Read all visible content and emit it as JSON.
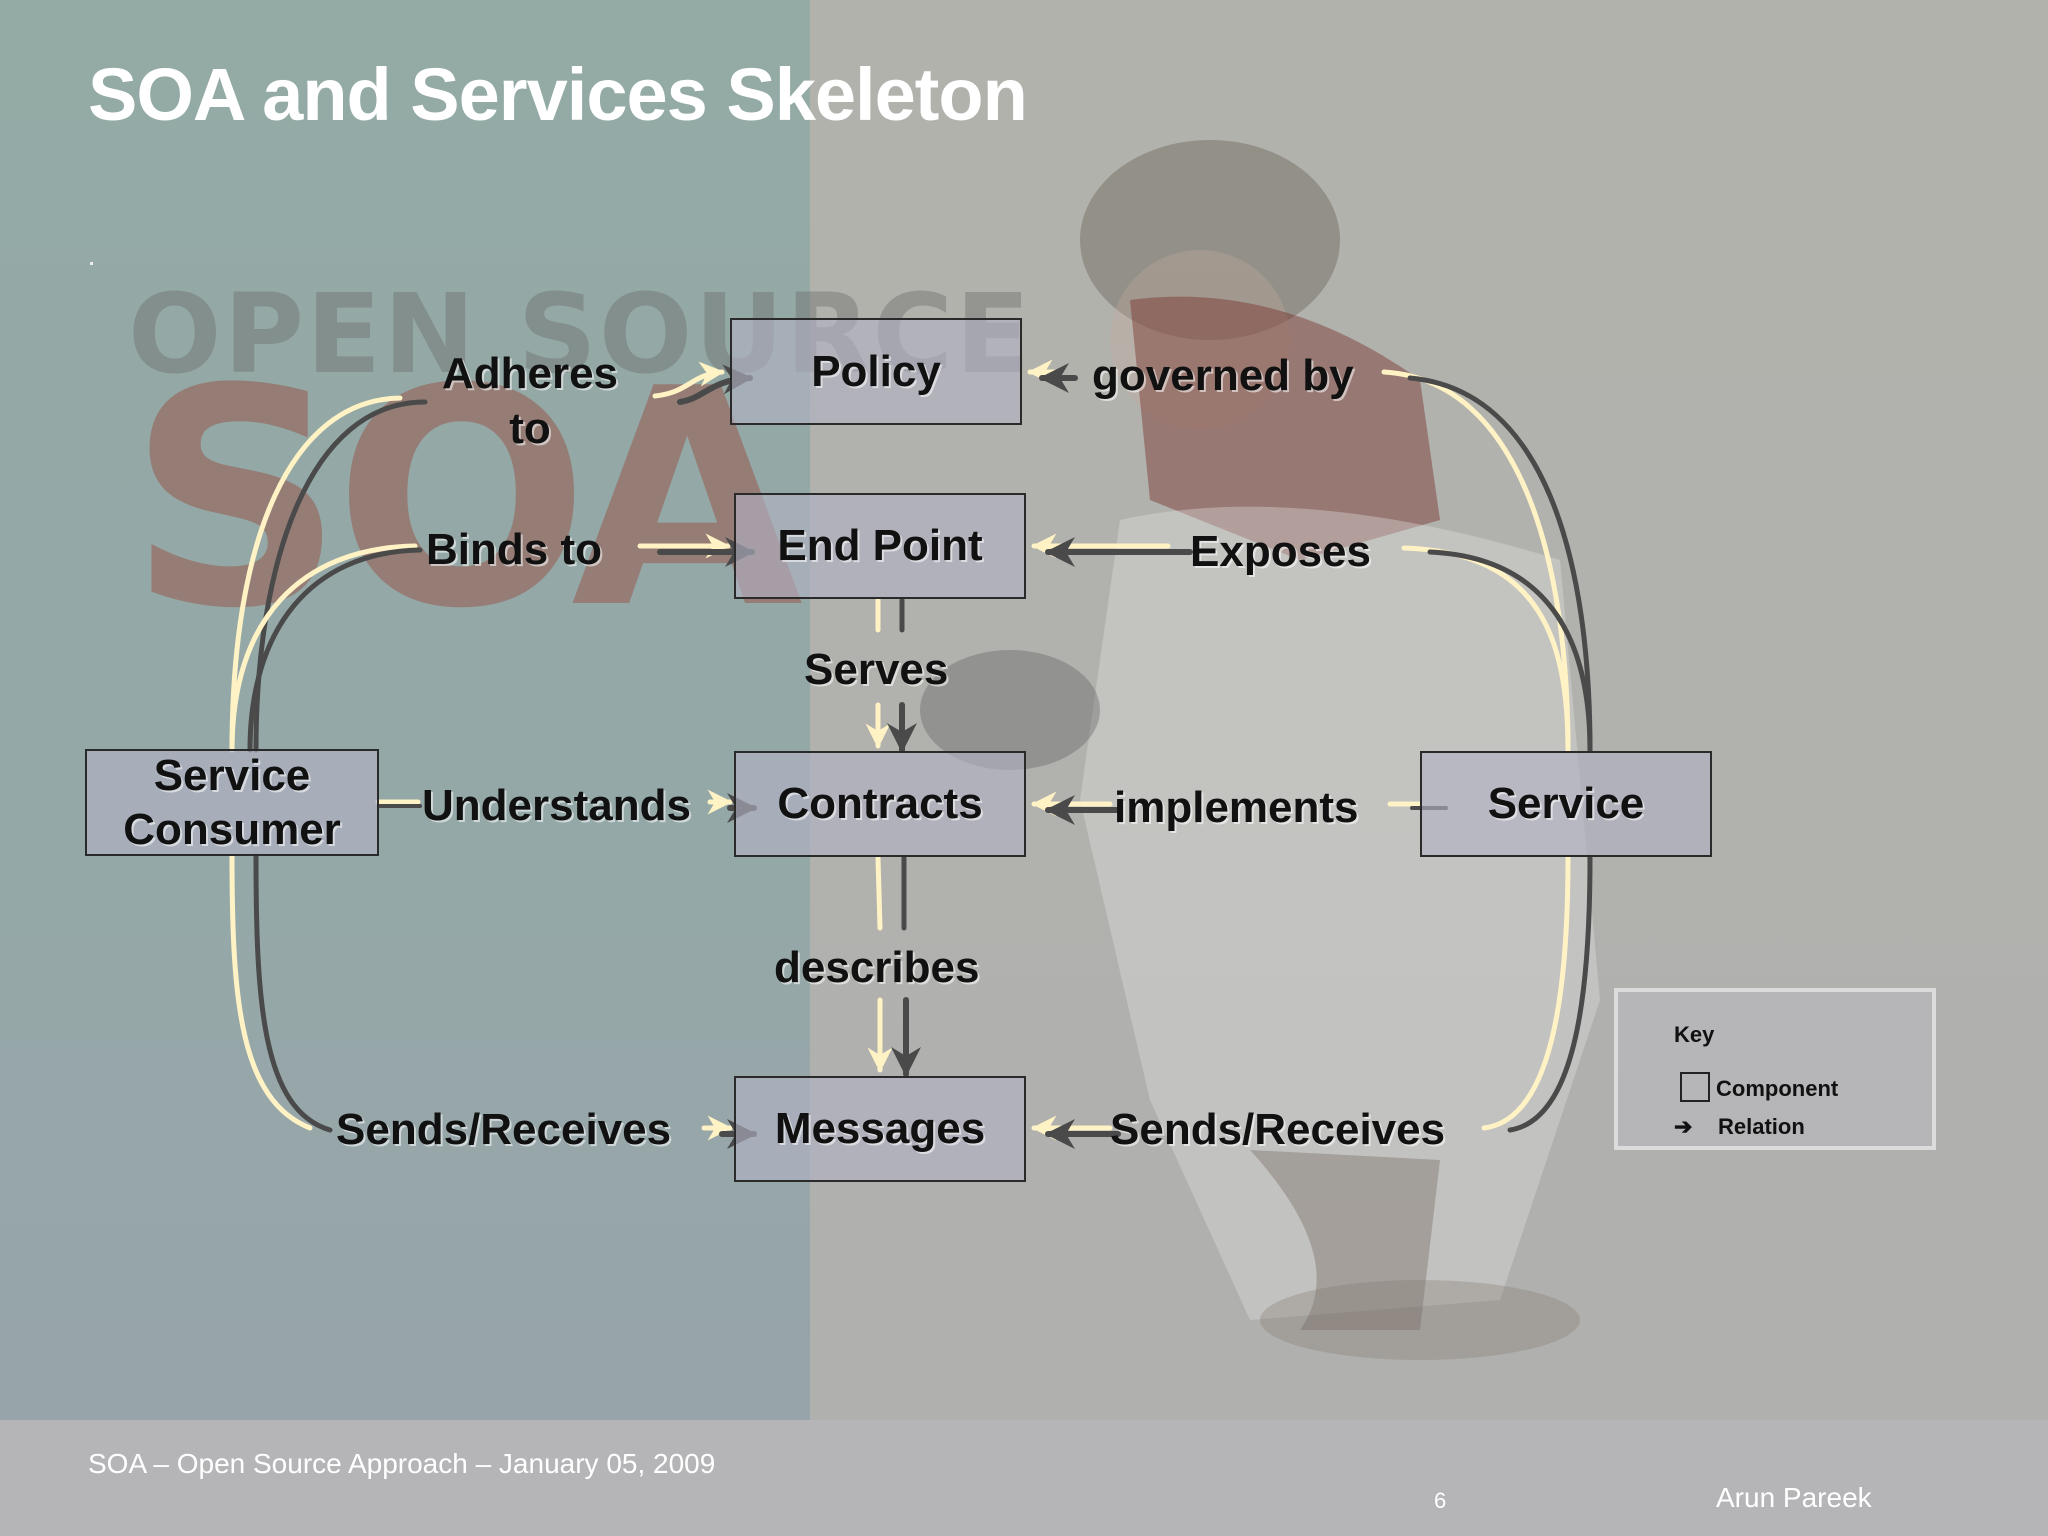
{
  "slide": {
    "title": "SOA and Services Skeleton",
    "footer_left": "SOA – Open Source Approach – January 05, 2009",
    "page_number": "6",
    "author": "Arun Pareek"
  },
  "watermark": {
    "line1": "OPEN SOURCE",
    "line2": "SOA"
  },
  "diagram": {
    "components": {
      "policy": "Policy",
      "end_point": "End Point",
      "contracts": "Contracts",
      "messages": "Messages",
      "service_consumer": "Service Consumer",
      "service": "Service"
    },
    "relations": {
      "adheres_to": "Adheres to",
      "binds_to": "Binds to",
      "understands": "Understands",
      "sends_receives_left": "Sends/Receives",
      "governed_by": "governed by",
      "exposes": "Exposes",
      "implements": "implements",
      "sends_receives_right": "Sends/Receives",
      "serves": "Serves",
      "describes": "describes"
    }
  },
  "key": {
    "title": "Key",
    "component": "Component",
    "relation": "Relation"
  },
  "colors": {
    "title_text": "#ffffff",
    "connector_light": "#fff2c4",
    "connector_dark": "#4a4a4a",
    "component_fill": "#b2b2c4",
    "left_panel": "#95a8a8"
  }
}
